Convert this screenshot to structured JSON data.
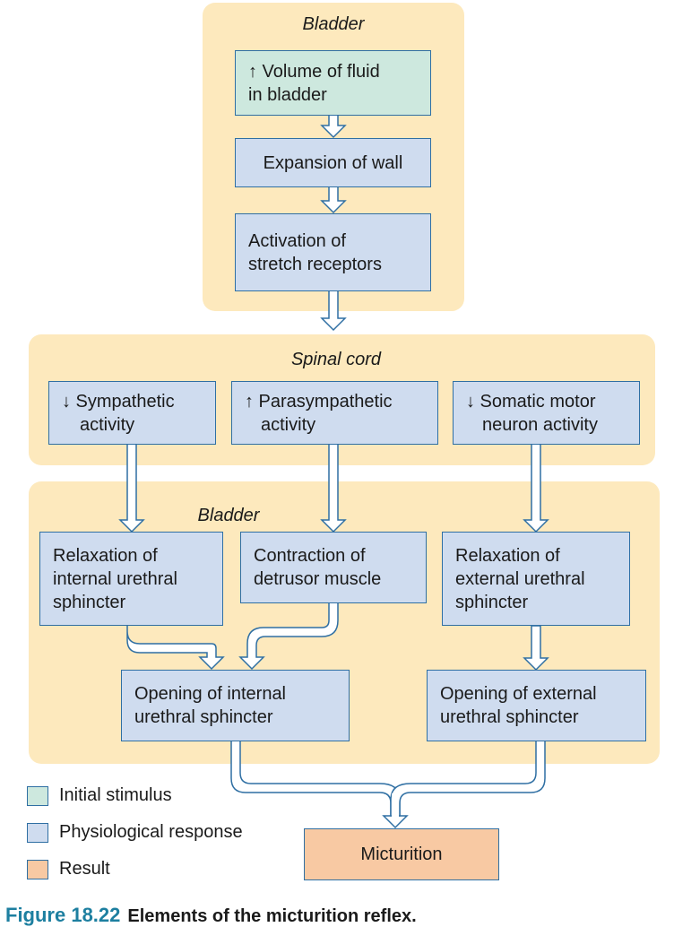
{
  "regions": {
    "bladder_top_title": "Bladder",
    "spinal_cord_title": "Spinal cord",
    "bladder_bottom_title": "Bladder"
  },
  "boxes": {
    "volume": [
      "↑ Volume of fluid",
      "in bladder"
    ],
    "expansion": [
      "Expansion of wall"
    ],
    "activation": [
      "Activation of",
      "stretch receptors"
    ],
    "sympathetic": [
      "↓ Sympathetic",
      "activity"
    ],
    "parasympathetic": [
      "↑ Parasympathetic",
      "activity"
    ],
    "somatic": [
      "↓ Somatic motor",
      "neuron activity"
    ],
    "relax_internal": [
      "Relaxation of",
      "internal urethral",
      "sphincter"
    ],
    "contraction": [
      "Contraction of",
      "detrusor muscle"
    ],
    "relax_external": [
      "Relaxation of",
      "external urethral",
      "sphincter"
    ],
    "open_internal": [
      "Opening of internal",
      "urethral sphincter"
    ],
    "open_external": [
      "Opening of external",
      "urethral sphincter"
    ],
    "micturition": [
      "Micturition"
    ]
  },
  "legend": {
    "initial": "Initial stimulus",
    "physiological": "Physiological response",
    "result": "Result"
  },
  "colors": {
    "initial_stimulus": "#cde8de",
    "physiological_response": "#cfdcef",
    "result": "#f8c9a3",
    "region": "#fde9bd",
    "arrow_outline": "#2f6fa3"
  },
  "caption": {
    "number": "Figure 18.22",
    "text": "Elements of the micturition reflex."
  }
}
